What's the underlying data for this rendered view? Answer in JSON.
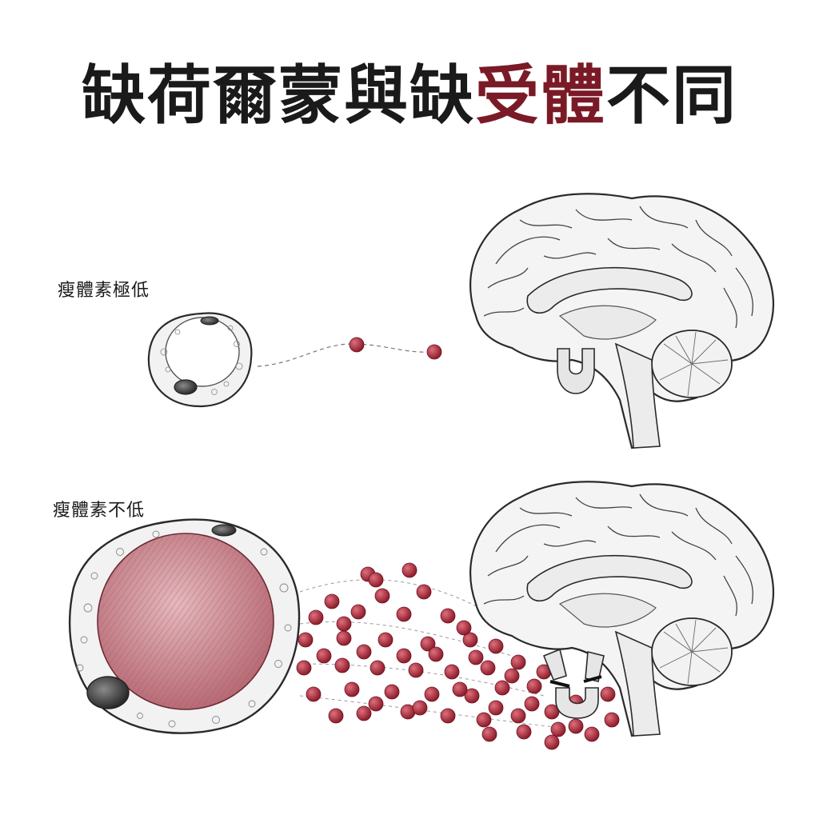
{
  "title": {
    "part1": "缺荷爾蒙與缺",
    "accent": "受體",
    "part2": "不同"
  },
  "panels": [
    {
      "label": "瘦體素極低",
      "molecule_count": 2,
      "receptor_state": "intact"
    },
    {
      "label": "瘦體素不低",
      "molecule_count": 60,
      "receptor_state": "broken"
    }
  ],
  "colors": {
    "accent": "#7a1a26",
    "molecule": "#b5384a",
    "fat_fill": "#c9858e",
    "line": "#2a2a2a"
  }
}
